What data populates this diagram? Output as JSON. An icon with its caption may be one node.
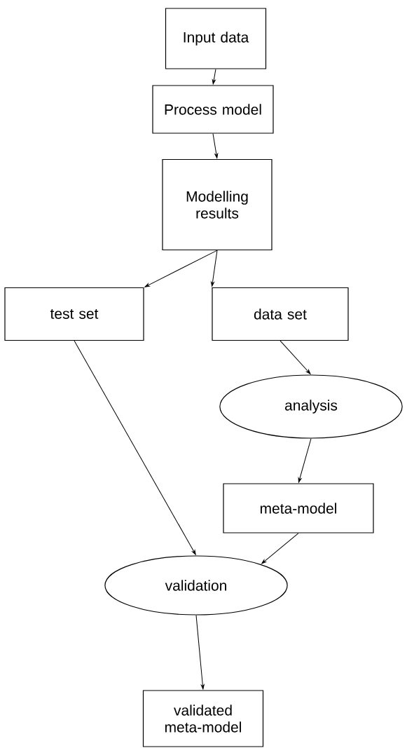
{
  "diagram": {
    "nodes": [
      {
        "text": [
          "Input data"
        ]
      },
      {
        "text": [
          "Process model"
        ]
      },
      {
        "text": [
          "Modelling results"
        ]
      },
      {
        "text": [
          "test set"
        ]
      },
      {
        "text": [
          "data set"
        ]
      },
      {
        "text": [
          "analysis"
        ]
      },
      {
        "text": [
          "meta-model"
        ]
      },
      {
        "text": [
          "validation"
        ]
      },
      {
        "text": [
          "validated meta-model"
        ]
      }
    ],
    "edges": [
      {
        "from": 0,
        "to": 1,
        "arrow": "to"
      },
      {
        "from": 1,
        "to": 2,
        "arrow": "to"
      },
      {
        "from": 2,
        "to": 3,
        "arrow": "to"
      },
      {
        "from": 2,
        "to": 4,
        "arrow": "to"
      },
      {
        "from": 4,
        "to": 5,
        "arrow": "to"
      },
      {
        "from": 5,
        "to": 6,
        "arrow": "to"
      },
      {
        "from": 3,
        "to": 7,
        "arrow": "to"
      },
      {
        "from": 6,
        "to": 7,
        "arrow": "to"
      },
      {
        "from": 7,
        "to": 8,
        "arrow": "to"
      }
    ]
  }
}
